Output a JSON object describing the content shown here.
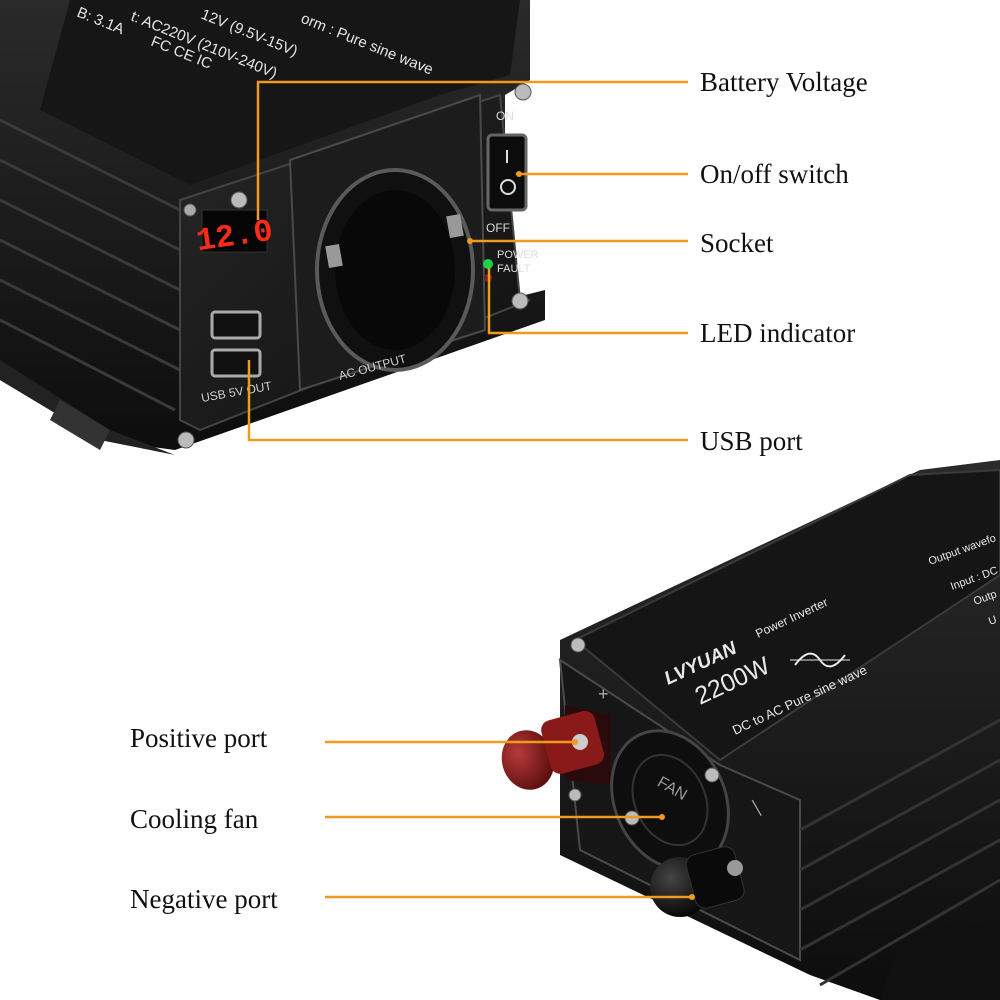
{
  "colors": {
    "leader": "#f29a1b",
    "body": "#1b1b1b",
    "display": "#ff2a1a",
    "label": "#111111"
  },
  "top_unit": {
    "display_reading": "12.0",
    "switch_on_label": "ON",
    "switch_off_label": "OFF",
    "led_power_label": "POWER",
    "led_fault_label": "FAULT",
    "usb_label": "USB 5V OUT",
    "ac_output_label": "AC OUTPUT",
    "spec_lines": [
      "orm : Pure sine wave",
      "12V (9.5V-15V)",
      "t: AC220V (210V-240V)",
      "B: 3.1A"
    ],
    "cert_marks": "FC CE IC"
  },
  "bottom_unit": {
    "brand": "LVYUAN",
    "product_type": "Power Inverter",
    "power_rating": "2200W",
    "description": "DC to AC Pure sine wave",
    "fan_label": "FAN",
    "plus_mark": "+",
    "minus_mark": "—",
    "spec_lines": [
      "Output wavefo",
      "Input : DC",
      "Outp",
      "U"
    ]
  },
  "callouts": {
    "battery_voltage": "Battery Voltage",
    "on_off_switch": "On/off switch",
    "socket": "Socket",
    "led_indicator": "LED indicator",
    "usb_port": "USB port",
    "positive_port": "Positive port",
    "cooling_fan": "Cooling fan",
    "negative_port": "Negative port"
  }
}
